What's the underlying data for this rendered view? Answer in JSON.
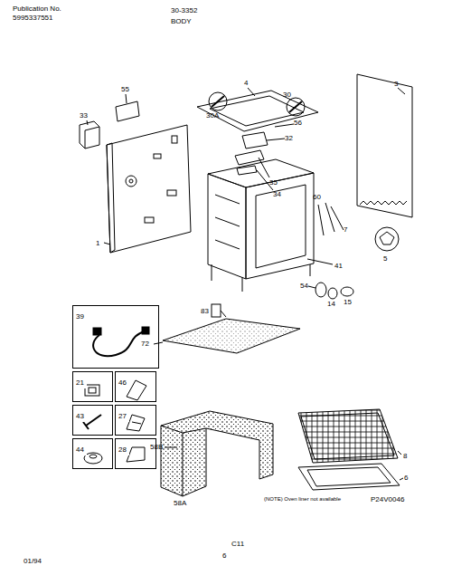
{
  "diagram": {
    "title": "BODY",
    "nodes": [
      {
        "text": [
          "39"
        ]
      },
      {
        "text": [
          "21"
        ]
      },
      {
        "text": [
          "46"
        ]
      },
      {
        "text": [
          "43"
        ]
      },
      {
        "text": [
          "27"
        ]
      },
      {
        "text": [
          "44"
        ]
      },
      {
        "text": [
          "28"
        ]
      }
    ],
    "labels": [
      "Publication No.",
      "5995337551",
      "30-3352",
      "33",
      "55",
      "4",
      "30A",
      "30",
      "3",
      "56",
      "32",
      "35",
      "34",
      "1",
      "60",
      "7",
      "5",
      "41",
      "54",
      "14",
      "15",
      "83",
      "72",
      "8",
      "6",
      "58B",
      "58A",
      "(NOTE) Oven liner not available",
      "P24V0046",
      "01/94",
      "6",
      "C11"
    ]
  }
}
